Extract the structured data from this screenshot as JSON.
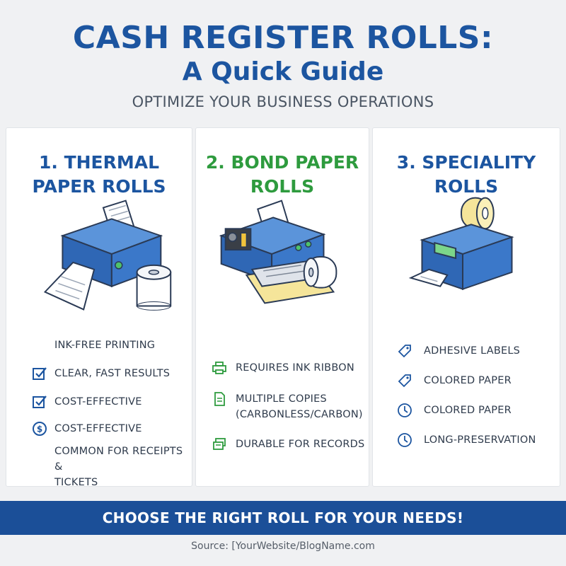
{
  "header": {
    "title_line1": "CASH REGISTER ROLLS:",
    "title_line2": "A Quick Guide",
    "subtitle": "OPTIMIZE YOUR BUSINESS OPERATIONS"
  },
  "panels": [
    {
      "title": "1. THERMAL\nPAPER ROLLS",
      "features": [
        {
          "text": "INK-FREE PRINTING",
          "icon": "none"
        },
        {
          "text": "CLEAR, FAST RESULTS",
          "icon": "checkbox-icon"
        },
        {
          "text": "COST-EFFECTIVE",
          "icon": "checkbox-icon"
        },
        {
          "text": "COST-EFFECTIVE",
          "icon": "dollar-icon"
        },
        {
          "text": "COMMON FOR RECEIPTS &\nTICKETS",
          "icon": "none"
        }
      ]
    },
    {
      "title": "2. BOND PAPER\nROLLS",
      "features": [
        {
          "text": "REQUIRES INK RIBBON",
          "icon": "printer-icon"
        },
        {
          "text": "MULTIPLE COPIES\n(CARBONLESS/CARBON)",
          "icon": "document-icon"
        },
        {
          "text": "DURABLE FOR RECORDS",
          "icon": "stack-icon"
        }
      ]
    },
    {
      "title": "3. SPECIALITY\nROLLS",
      "features": [
        {
          "text": "ADHESIVE LABELS",
          "icon": "tag-icon"
        },
        {
          "text": "COLORED PAPER",
          "icon": "tag-icon"
        },
        {
          "text": "COLORED PAPER",
          "icon": "clock-icon"
        },
        {
          "text": "LONG-PRESERVATION",
          "icon": "clock-icon"
        }
      ]
    }
  ],
  "banner": "CHOOSE THE RIGHT ROLL FOR YOUR NEEDS!",
  "source": "Source: [YourWebsite/BlogName.com",
  "colors": {
    "primary_blue": "#1c55a0",
    "accent_green": "#2e9b3e",
    "banner_blue": "#1b4f98",
    "printer_blue": "#3b78c9",
    "roll_yellow": "#f5e59a"
  }
}
